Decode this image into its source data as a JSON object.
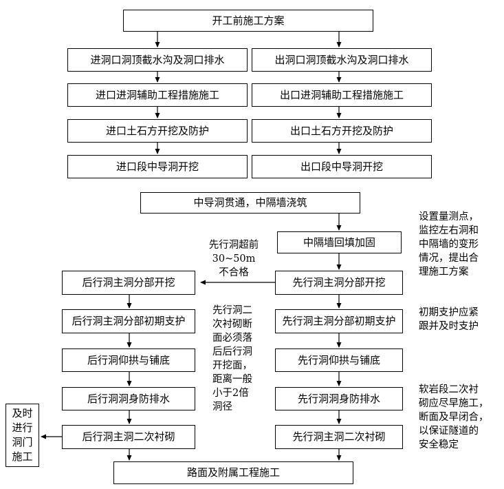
{
  "nodes": {
    "start": "开工前施工方案",
    "entry_drainage": "进洞口洞顶截水沟及洞口排水",
    "exit_drainage": "出洞口洞顶截水沟及洞口排水",
    "entry_auxiliary": "进口进洞辅助工程措施施工",
    "exit_auxiliary": "出口进洞辅助工程措施施工",
    "entry_earthwork": "进口土石方开挖及防护",
    "exit_earthwork": "出口土石方开挖及防护",
    "entry_pilot": "进口段中导洞开挖",
    "exit_pilot": "出口段中导洞开挖",
    "pilot_through": "中导洞贯通，中隔墙浇筑",
    "backfill": "中隔墙回填加固",
    "lead_excavation": "先行洞主洞分部开挖",
    "lag_excavation": "后行洞主洞分部开挖",
    "lead_support": "先行洞主洞分部初期支护",
    "lag_support": "后行洞主洞分部初期支护",
    "lead_invert": "先行洞仰拱与铺底",
    "lag_invert": "后行洞仰拱与铺底",
    "lead_waterproof": "先行洞洞身防排水",
    "lag_waterproof": "后行洞洞身防排水",
    "lead_lining": "先行洞主洞二次衬砌",
    "lag_lining": "后行洞主洞二次衬砌",
    "pavement": "路面及附属工程施工",
    "portal": [
      "及时",
      "进行",
      "洞门",
      "施工"
    ]
  },
  "notes": {
    "monitoring": [
      "设置量测点，",
      "监控左右洞和",
      "中隔墙的变形",
      "情况，提出合",
      "理施工方案"
    ],
    "lead_advance": [
      "先行洞超前",
      "30~50m",
      "不合格"
    ],
    "initial_support": [
      "初期支护应紧",
      "跟并及时支护"
    ],
    "lining_distance": [
      "先行洞二",
      "次衬砌断",
      "面必须落",
      "后后行洞",
      "开挖面，",
      "距离一般",
      "小于2倍",
      "洞径"
    ],
    "soft_rock": [
      "软岩段二次衬",
      "砌应尽早施工，",
      "断面及早闭合，",
      "以保证隧道的",
      "安全稳定"
    ]
  }
}
